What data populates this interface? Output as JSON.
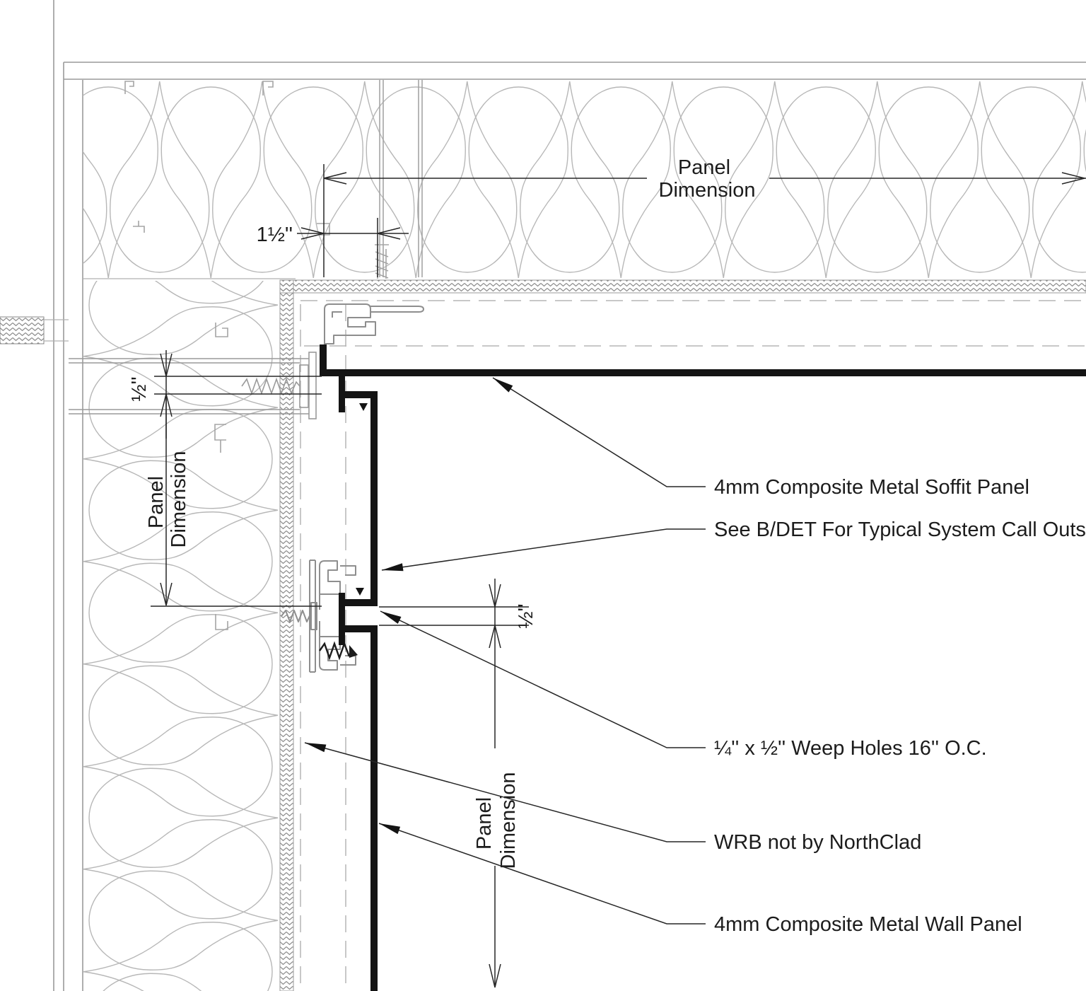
{
  "drawing": {
    "type": "architectural-section-detail",
    "dimensions": {
      "panel_dimension_top": {
        "line1": "Panel",
        "line2": "Dimension"
      },
      "gap_top": "1½''",
      "half_inch_left": "½''",
      "panel_dimension_left": {
        "line1": "Panel",
        "line2": "Dimension"
      },
      "half_inch_joint": "½''",
      "panel_dimension_bottom": {
        "line1": "Panel",
        "line2": "Dimension"
      }
    },
    "callouts": {
      "soffit_panel": "4mm Composite Metal Soffit Panel",
      "bdet": "See B/DET For Typical System Call Outs",
      "weep_holes": "¼'' x ½'' Weep Holes 16'' O.C.",
      "wrb": "WRB not by NorthClad",
      "wall_panel": "4mm Composite Metal Wall Panel"
    },
    "colors": {
      "background": "#ffffff",
      "panel_black": "#141414",
      "annotation": "#222222",
      "light_lines": "#b4b4b4",
      "hardware": "#8e8e8e",
      "hatch": "#8a8a8a"
    }
  }
}
